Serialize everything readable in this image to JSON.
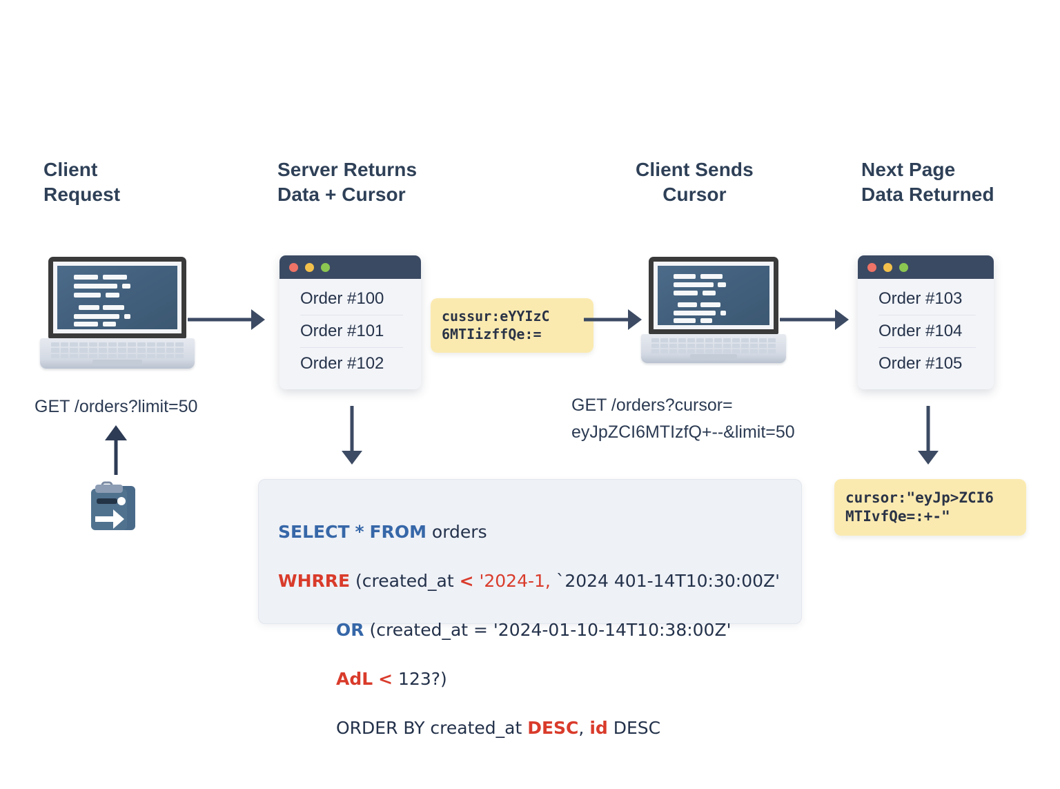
{
  "columns": [
    {
      "id": "client-request",
      "title_line1": "Client",
      "title_line2": "Request"
    },
    {
      "id": "server-returns",
      "title_line1": "Server Returns",
      "title_line2": "Data + Cursor"
    },
    {
      "id": "client-sends",
      "title_line1": "Client Sends",
      "title_line2": "Cursor"
    },
    {
      "id": "next-page",
      "title_line1": "Next Page",
      "title_line2": "Data Returned"
    }
  ],
  "captions": {
    "first_request": "GET /orders?limit=50",
    "second_request": "GET /orders?cursor=\neyJpZCI6MTIzfQ+--&limit=50"
  },
  "server_window": {
    "rows": [
      "Order #100",
      "Order #101",
      "Order #102"
    ],
    "dots": [
      "#ef7366",
      "#f3c14b",
      "#8cc751"
    ]
  },
  "next_window": {
    "rows": [
      "Order #103",
      "Order #104",
      "Order #105"
    ],
    "dots": [
      "#ef7366",
      "#f3c14b",
      "#8cc751"
    ]
  },
  "cursor_badge_middle": "cussur:eYYIzC\n6MTIizffQe:=",
  "cursor_badge_right": "cursor:\"eyJp>ZCI6\nMTIvfQe=:+-\"",
  "sql": {
    "line1": {
      "kw1": "SELECT",
      "star": "*",
      "kw2": "FROM",
      "table": "orders"
    },
    "line2": {
      "kw": "WHRRE",
      "mid": "(created_at ",
      "op": "<",
      "val": "'2024-1,",
      "rest": "`2024 401-14T10:30:00Z'"
    },
    "line3": {
      "kw": "OR",
      "rest": "(created_at = '2024-01-10-14T10:38:00Z'"
    },
    "line4": {
      "col": "AdL",
      "op": "<",
      "rest": "123?)"
    },
    "line5": {
      "pre": "ORDER BY created_at ",
      "desc1": "DESC",
      "comma": ", ",
      "id": "id",
      "desc2": " DESC"
    }
  },
  "colors": {
    "heading": "#2e4057",
    "titlebar": "#3b4a63",
    "badge_bg": "#fbeab0",
    "arrow": "#3c4a63",
    "sql_bg": "#eef1f6",
    "keyword": "#3667a8",
    "error": "#d93b2b"
  },
  "icons": {
    "clipboard": "clipboard-arrow-icon",
    "arrow_right": "arrow-right-icon",
    "arrow_down": "arrow-down-icon",
    "arrow_up": "arrow-up-icon"
  }
}
